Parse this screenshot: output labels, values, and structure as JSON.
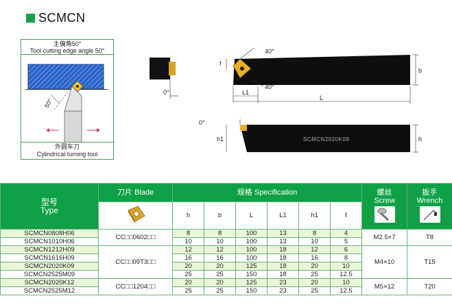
{
  "title": "SCMCN",
  "illustration": {
    "top_line1": "主偏角50°",
    "top_line2": "Tool cutting edge angle 50°",
    "angle_label": "50°",
    "bottom_line1": "外圆车刀",
    "bottom_line2": "Cylindrical turning tool"
  },
  "drawing": {
    "angle_top": "40°",
    "angle_bottom": "40°",
    "angle_end": "0°",
    "angle_side": "0°",
    "dim_f": "f",
    "dim_b": "b",
    "dim_L1": "L1",
    "dim_L": "L",
    "dim_h1": "h1",
    "dim_h": "h",
    "body_text": "SCMCN2020K09"
  },
  "table": {
    "type_label_cn": "型号",
    "type_label_en": "Type",
    "blade_label": "刀片 Blade",
    "spec_label": "规格 Specification",
    "screw_cn": "螺丝",
    "screw_en": "Screw",
    "wrench_cn": "扳手",
    "wrench_en": "Wrench",
    "columns": [
      "h",
      "b",
      "L",
      "L1",
      "h1",
      "f"
    ],
    "rows": [
      {
        "model": "SCMCN0808H06",
        "h": "8",
        "b": "8",
        "L": "100",
        "L1": "13",
        "h1": "8",
        "f": "4"
      },
      {
        "model": "SCMCN1010H06",
        "h": "10",
        "b": "10",
        "L": "100",
        "L1": "13",
        "h1": "10",
        "f": "5"
      },
      {
        "model": "SCMCN1212H09",
        "h": "12",
        "b": "12",
        "L": "100",
        "L1": "18",
        "h1": "12",
        "f": "6"
      },
      {
        "model": "SCMCN1616H09",
        "h": "16",
        "b": "16",
        "L": "100",
        "L1": "18",
        "h1": "16",
        "f": "8"
      },
      {
        "model": "SCMCN2020K09",
        "h": "20",
        "b": "20",
        "L": "125",
        "L1": "18",
        "h1": "20",
        "f": "10"
      },
      {
        "model": "SCMCN2525M09",
        "h": "25",
        "b": "25",
        "L": "150",
        "L1": "18",
        "h1": "25",
        "f": "12.5"
      },
      {
        "model": "SCMCN2020K12",
        "h": "20",
        "b": "20",
        "L": "125",
        "L1": "23",
        "h1": "20",
        "f": "10"
      },
      {
        "model": "SCMCN2525M12",
        "h": "25",
        "b": "25",
        "L": "150",
        "L1": "23",
        "h1": "25",
        "f": "12.5"
      }
    ],
    "groups": [
      {
        "blade": "CC□□0602□□",
        "screw": "M2.5×7",
        "wrench": "T8"
      },
      {
        "blade": "CC□□09T3□□",
        "screw": "M4×10",
        "wrench": "T15"
      },
      {
        "blade": "CC□□1204□□",
        "screw": "M5×12",
        "wrench": "T20"
      }
    ]
  },
  "colors": {
    "accent": "#10a048",
    "zebra": "#eaf6d8",
    "insert": "#d9a520"
  }
}
